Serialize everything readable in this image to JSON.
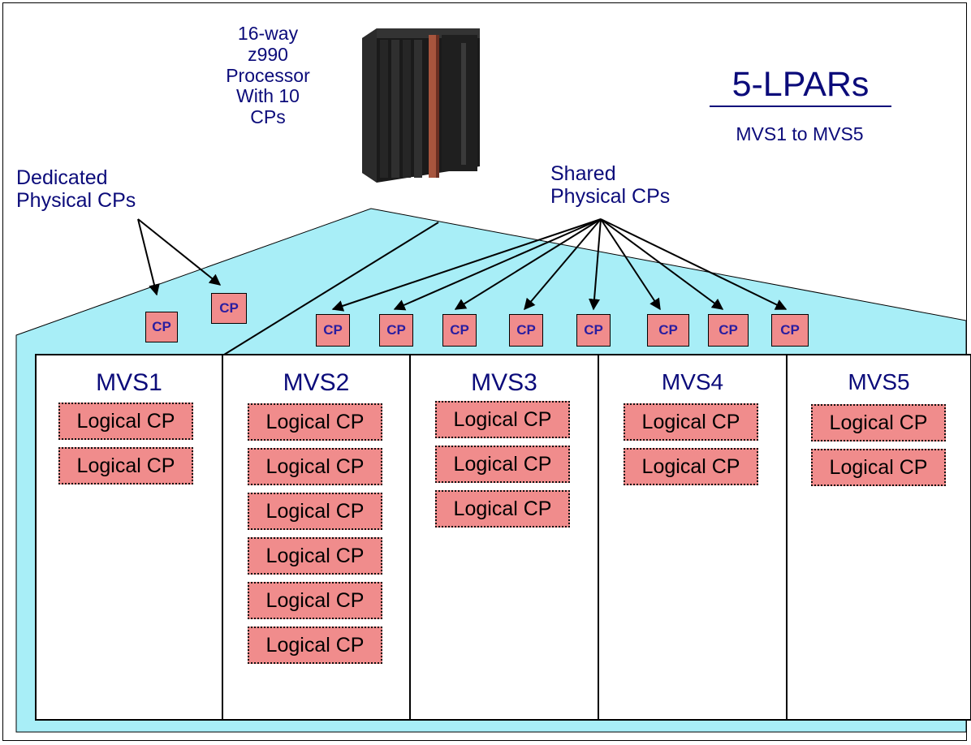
{
  "processor_label": "16-way\nz990\nProcessor\nWith 10\nCPs",
  "title": "5-LPARs",
  "subtitle": "MVS1 to MVS5",
  "dedicated_label": "Dedicated\nPhysical CPs",
  "shared_label": "Shared\nPhysical CPs",
  "cp_label": "CP",
  "logical_cp_label": "Logical CP",
  "lpars": [
    {
      "name": "MVS1",
      "logical_cps": 2
    },
    {
      "name": "MVS2",
      "logical_cps": 6
    },
    {
      "name": "MVS3",
      "logical_cps": 3
    },
    {
      "name": "MVS4",
      "logical_cps": 2
    },
    {
      "name": "MVS5",
      "logical_cps": 2
    }
  ],
  "dedicated_cp_count": 2,
  "shared_cp_count": 8,
  "icons": {
    "processor": "mainframe-cabinet-icon"
  },
  "colors": {
    "roof": "#a8eef7",
    "cp_fill": "#f08c8c",
    "text_blue": "#0b0b7a",
    "cp_text": "#2a1ea0"
  }
}
